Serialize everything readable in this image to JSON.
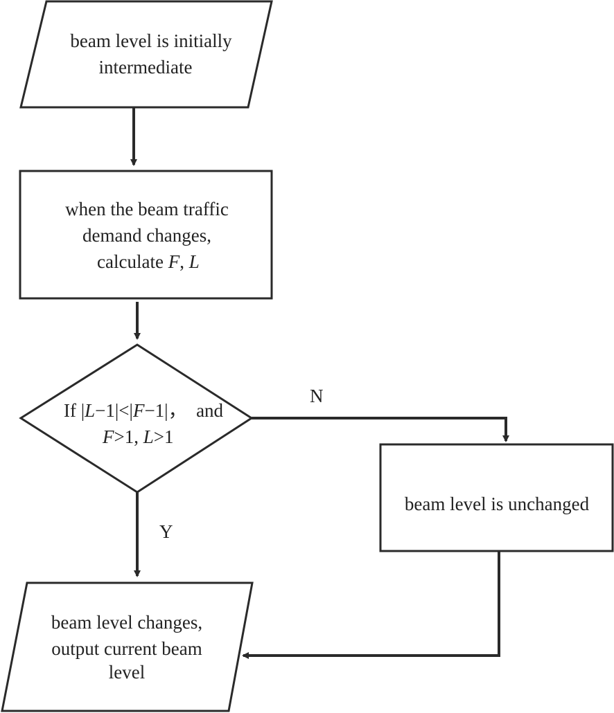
{
  "nodes": {
    "start": {
      "line1": "beam level is initially",
      "line2": "intermediate"
    },
    "calc": {
      "line1": "when the  beam traffic",
      "line2": "demand changes,",
      "line3_prefix": "calculate ",
      "var_f": "F",
      "comma": ", ",
      "var_l": "L"
    },
    "decision": {
      "if_word": "If |",
      "var_l": "L",
      "mid1": "−1|<|",
      "var_f": "F",
      "mid2": "−1|",
      "sep": "，",
      "and_word": "  and",
      "var_f2": "F",
      "gt1": ">1, ",
      "var_l2": "L",
      "gt2": ">1"
    },
    "unchanged": {
      "line1": "beam level is unchanged"
    },
    "output": {
      "line1": "beam level changes,",
      "line2": "output current beam",
      "line3": "level"
    }
  },
  "edges": {
    "no_label": "N",
    "yes_label": "Y"
  }
}
